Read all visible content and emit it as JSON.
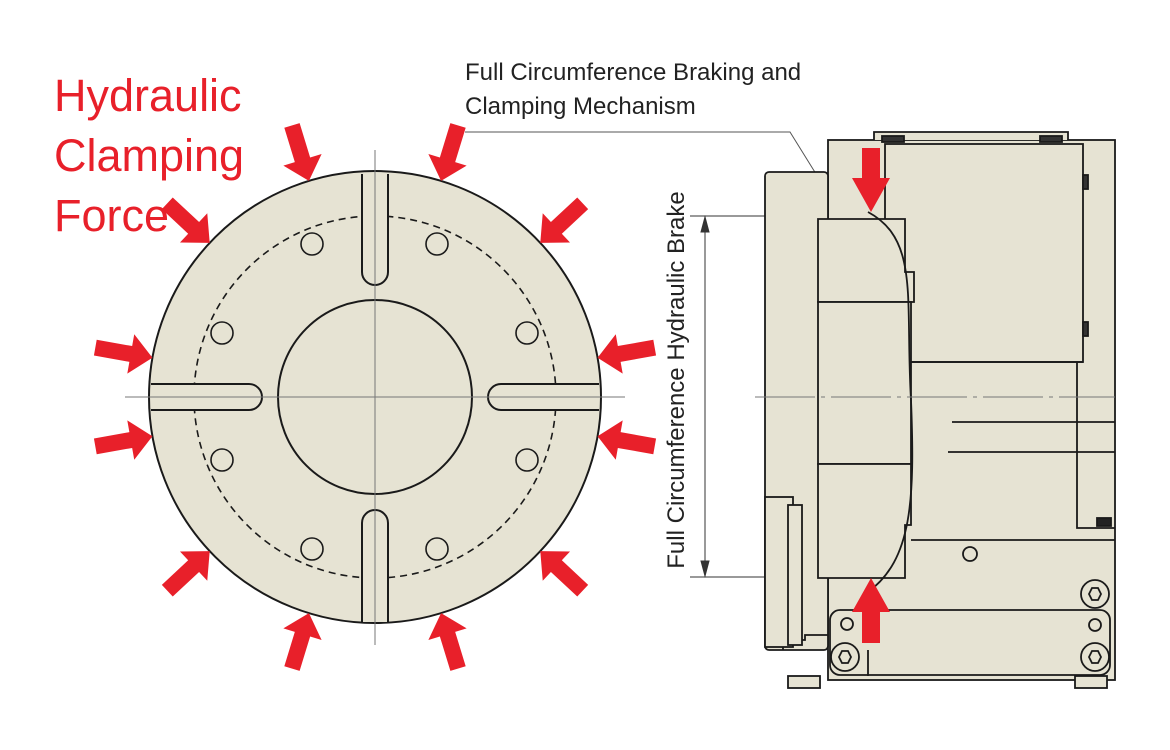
{
  "title": {
    "line1": "Hydraulic",
    "line2": "Clamping",
    "line3": "Force"
  },
  "callout": {
    "line1": "Full Circumference Braking and",
    "line2": "Clamping Mechanism"
  },
  "dimension_label": "Full Circumference Hydraulic Brake",
  "colors": {
    "arrow": "#e8202a",
    "body": "#e6e3d3",
    "outline": "#1a1a1a"
  }
}
